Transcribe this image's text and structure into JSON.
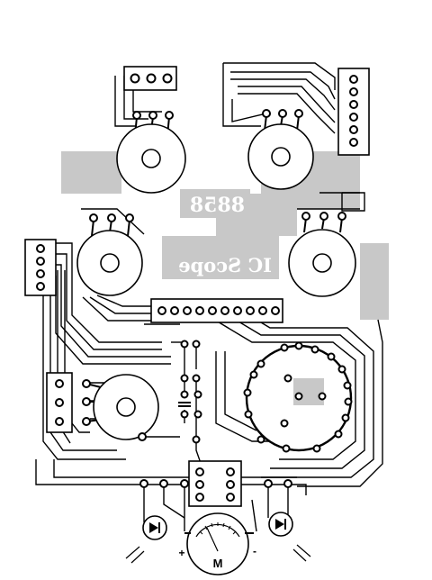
{
  "board": {
    "part_number": "8858",
    "title": "IC Scope",
    "meter_label": "M",
    "meter_plus": "+",
    "meter_minus": "-"
  },
  "colors": {
    "copper": "#c8c8c8",
    "ink": "#000000",
    "pad": "#ffffff",
    "paper": "#ffffff"
  }
}
